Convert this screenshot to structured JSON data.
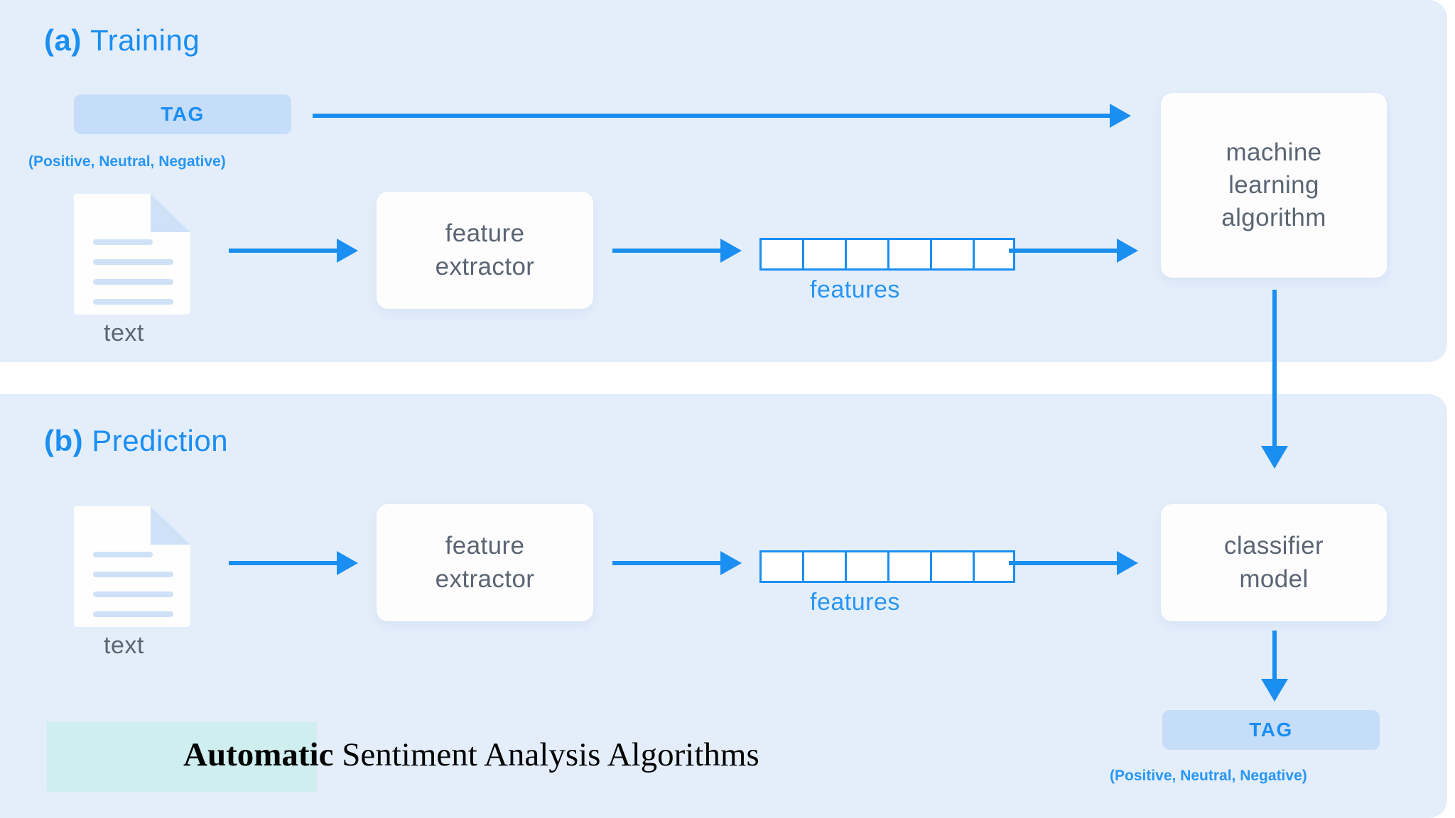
{
  "colors": {
    "panel_background": "#e4eefb",
    "accent_blue": "#1b8ef2",
    "card_text_gray": "#5a6573",
    "tag_chip_background": "#c5ddf8",
    "caption_highlight": "#cfeef0"
  },
  "sections": {
    "training": {
      "label_letter": "(a)",
      "label_word": "Training",
      "tag": {
        "chip_label": "TAG",
        "caption": "(Positive, Neutral, Negative)"
      },
      "text_input": {
        "icon": "document-icon",
        "label": "text"
      },
      "feature_extractor": "feature\nextractor",
      "feature_extractor_line1": "feature",
      "feature_extractor_line2": "extractor",
      "features": {
        "label": "features",
        "cell_count": 6
      },
      "model_box_line1": "machine",
      "model_box_line2": "learning",
      "model_box_line3": "algorithm"
    },
    "prediction": {
      "label_letter": "(b)",
      "label_word": "Prediction",
      "text_input": {
        "icon": "document-icon",
        "label": "text"
      },
      "feature_extractor_line1": "feature",
      "feature_extractor_line2": "extractor",
      "features": {
        "label": "features",
        "cell_count": 6
      },
      "model_box_line1": "classifier",
      "model_box_line2": "model",
      "tag": {
        "chip_label": "TAG",
        "caption": "(Positive, Neutral, Negative)"
      }
    }
  },
  "caption": {
    "bold_word": "Automatic",
    "rest": " Sentiment Analysis Algorithms"
  }
}
